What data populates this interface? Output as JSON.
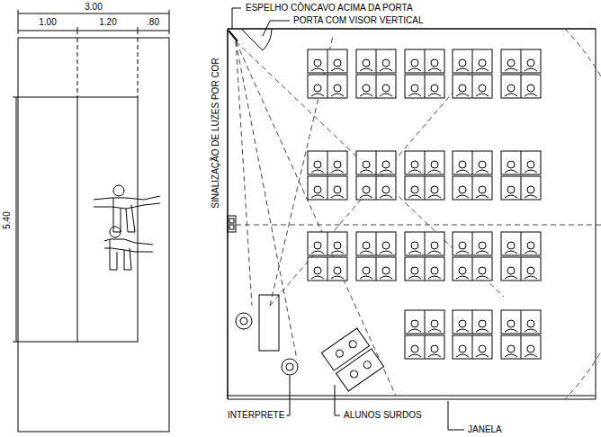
{
  "diagram": {
    "labels": [
      "3.00",
      "1.00",
      "1.20",
      ".80",
      "5.40",
      "ESPELHO CÔNCAVO ACIMA DA PORTA",
      "PORTA COM VISOR VERTICAL",
      "SINALIZAÇÃO DE LUZES POR COR",
      "INTÉRPRETE",
      "ALUNOS SURDOS",
      "JANELA"
    ]
  }
}
